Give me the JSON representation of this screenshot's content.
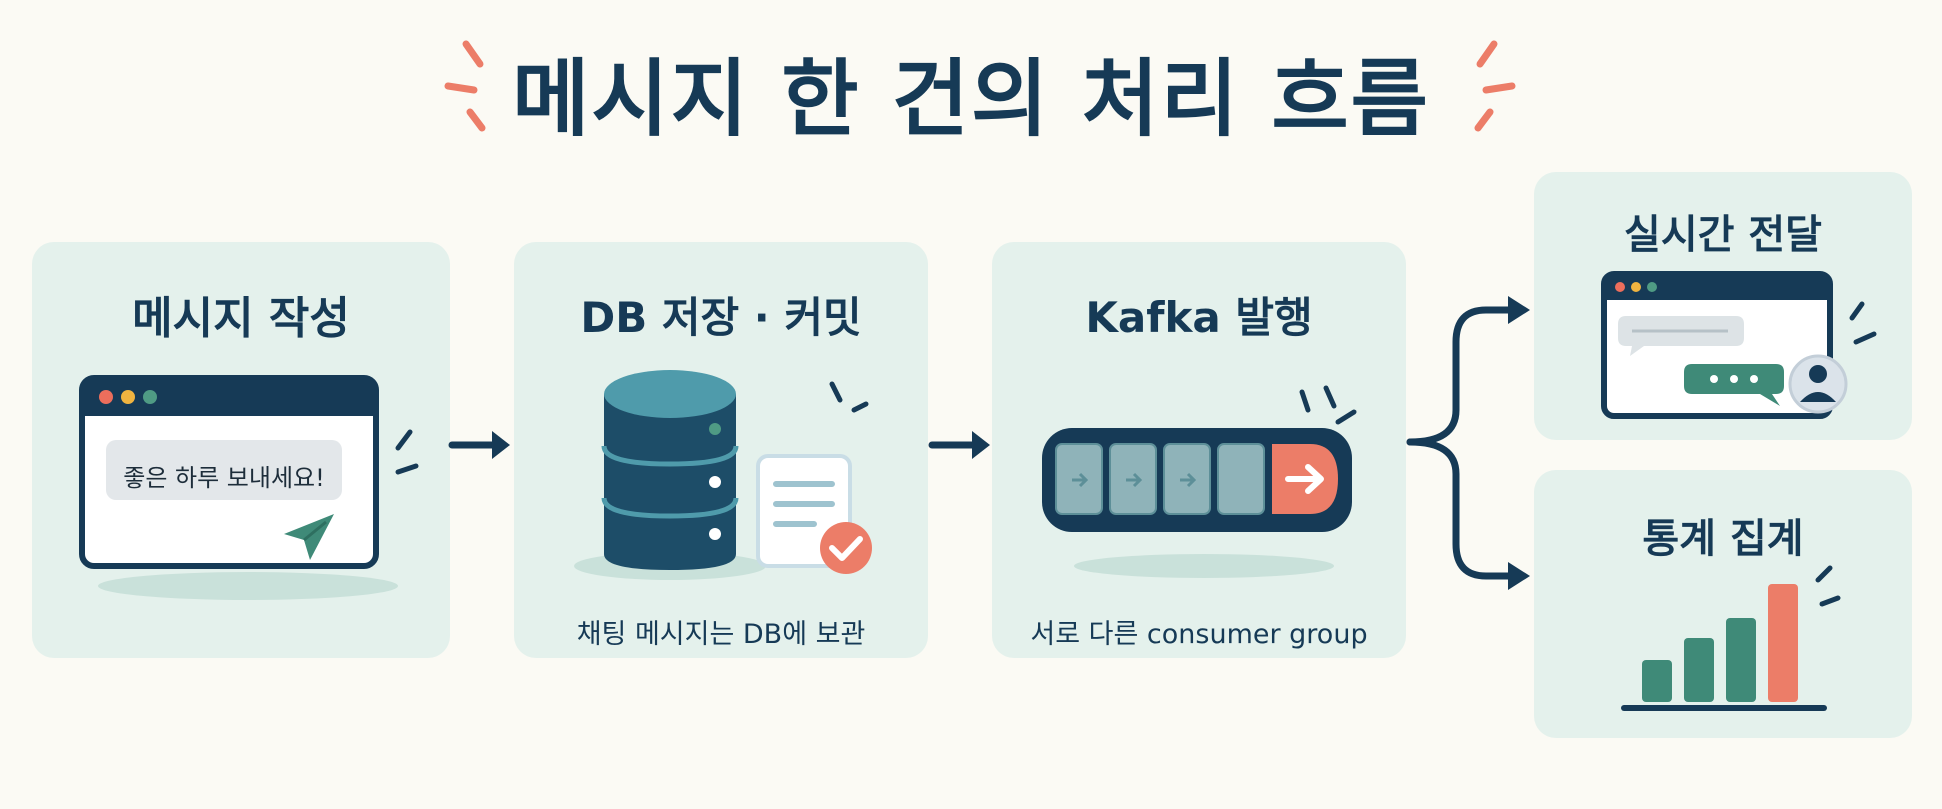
{
  "title": "메시지 한 건의 처리 흐름",
  "steps": [
    {
      "title": "메시지 작성",
      "bubble_text": "좋은 하루 보내세요!"
    },
    {
      "title": "DB 저장 · 커밋",
      "caption": "채팅 메시지는 DB에 보관"
    },
    {
      "title": "Kafka 발행",
      "caption": "서로 다른 consumer group"
    }
  ],
  "outputs": [
    {
      "title": "실시간 전달"
    },
    {
      "title": "통계 집계"
    }
  ],
  "colors": {
    "navy": "#163a56",
    "card_bg": "#e4f1ec",
    "teal": "#4f9bab",
    "green": "#3f8a78",
    "coral": "#ec7d68",
    "yellow": "#f0b440",
    "red_dot": "#ec6e5c"
  },
  "icons": [
    "spark-icon",
    "send-icon",
    "database-icon",
    "document-icon",
    "check-icon",
    "arrow-right-icon",
    "user-icon",
    "chat-icon",
    "bar-chart-icon"
  ]
}
